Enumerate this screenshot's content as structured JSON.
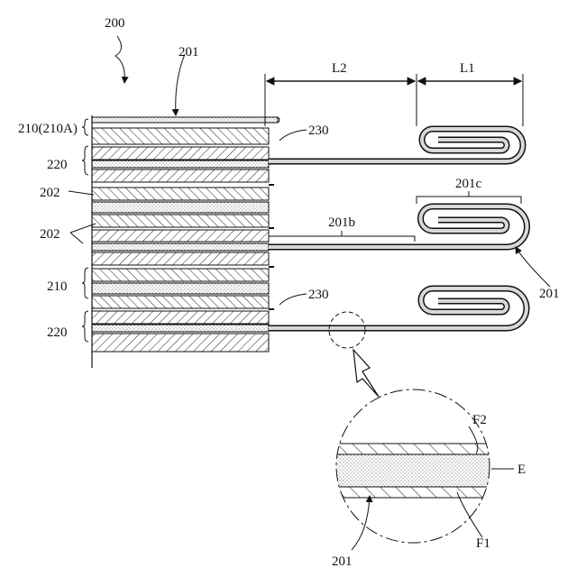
{
  "figure": {
    "labels": {
      "ref_200": "200",
      "ref_201_top": "201",
      "ref_210_210A": "210(210A)",
      "ref_220_upper": "220",
      "ref_202_a": "202",
      "ref_202_b": "202",
      "ref_210": "210",
      "ref_220_lower": "220",
      "ref_230_upper": "230",
      "ref_230_lower": "230",
      "dim_L2": "L2",
      "dim_L1": "L1",
      "ref_201b": "201b",
      "ref_201c": "201c",
      "ref_201_right": "201",
      "ref_F2": "F2",
      "ref_E": "E",
      "ref_F1": "F1",
      "ref_201_bottom": "201"
    }
  }
}
